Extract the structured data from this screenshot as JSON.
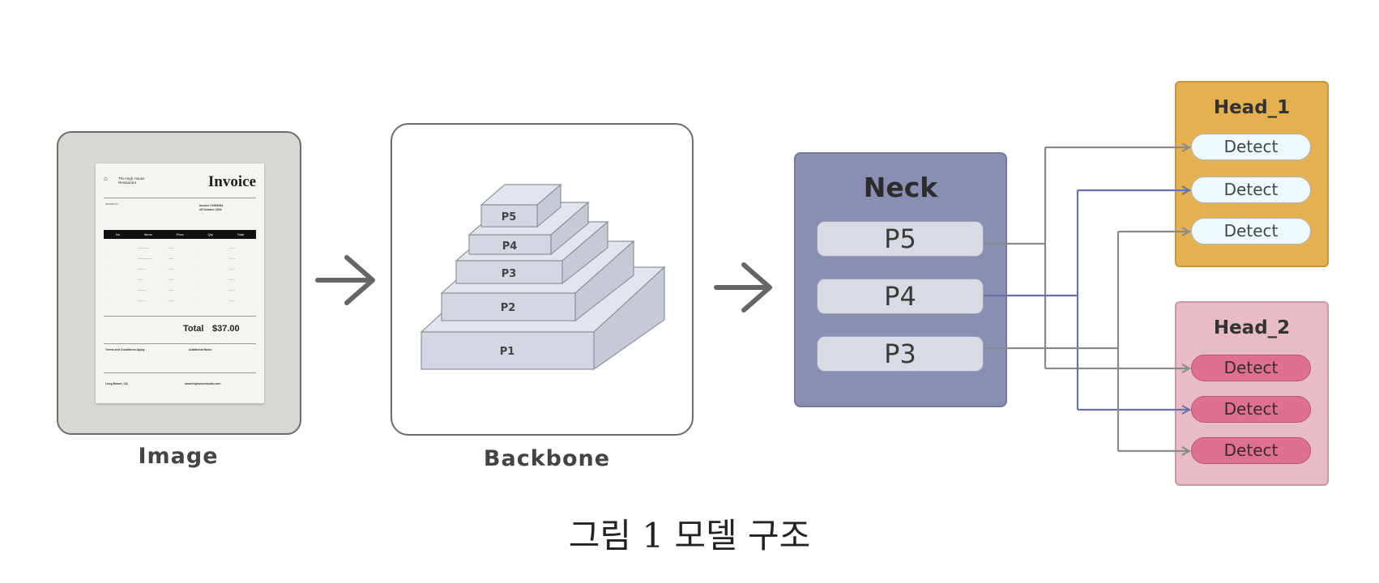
{
  "image_block": {
    "caption": "Image",
    "invoice": {
      "logo_text": "The High House Restaurant",
      "title": "Invoice",
      "billed_to": "Invoice to :",
      "invoice_no": "Invoice #1983934",
      "date": "25 October 2022",
      "columns": [
        "No",
        "Items",
        "Price",
        "Qty",
        "Total"
      ],
      "total_label": "Total",
      "total_value": "$37.00",
      "terms": "Terms and Conditions Apply",
      "notes": "Additional Notes",
      "address": "Long Beach, CA",
      "website": "www.highousestudio.com"
    }
  },
  "backbone_block": {
    "caption": "Backbone",
    "levels": [
      "P5",
      "P4",
      "P3",
      "P2",
      "P1"
    ]
  },
  "neck_block": {
    "title": "Neck",
    "items": [
      "P5",
      "P4",
      "P3"
    ]
  },
  "head1": {
    "title": "Head_1",
    "detects": [
      "Detect",
      "Detect",
      "Detect"
    ]
  },
  "head2": {
    "title": "Head_2",
    "detects": [
      "Detect",
      "Detect",
      "Detect"
    ]
  },
  "figure_caption": "그림 1 모델 구조",
  "colors": {
    "image_bg": "#d6d9d3",
    "neck_bg": "#8a8eb2",
    "head1_bg": "#e4b050",
    "head2_bg": "#e7bcc6",
    "detect1_bg": "#eefaff",
    "detect2_bg": "#e07090",
    "connector_gray": "#8a8a8a",
    "connector_blue": "#6b72a8",
    "arrow": "#666666",
    "pyramid_face": "#d3d7e1"
  }
}
